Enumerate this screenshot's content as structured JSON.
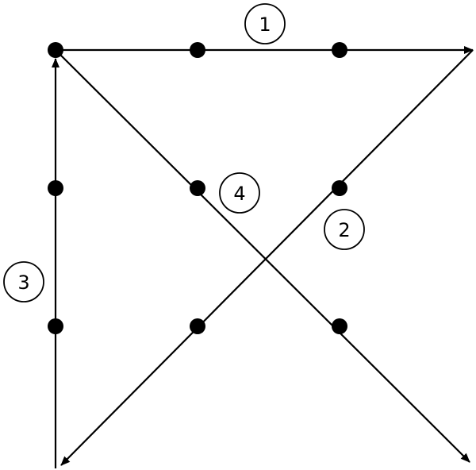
{
  "diagram": {
    "stroke_color": "#000000",
    "background": "#ffffff",
    "step_labels": [
      "1",
      "2",
      "3",
      "4"
    ],
    "dots_grid": "3x3",
    "description_elements": {
      "dots": 9,
      "arrows": 4
    }
  }
}
